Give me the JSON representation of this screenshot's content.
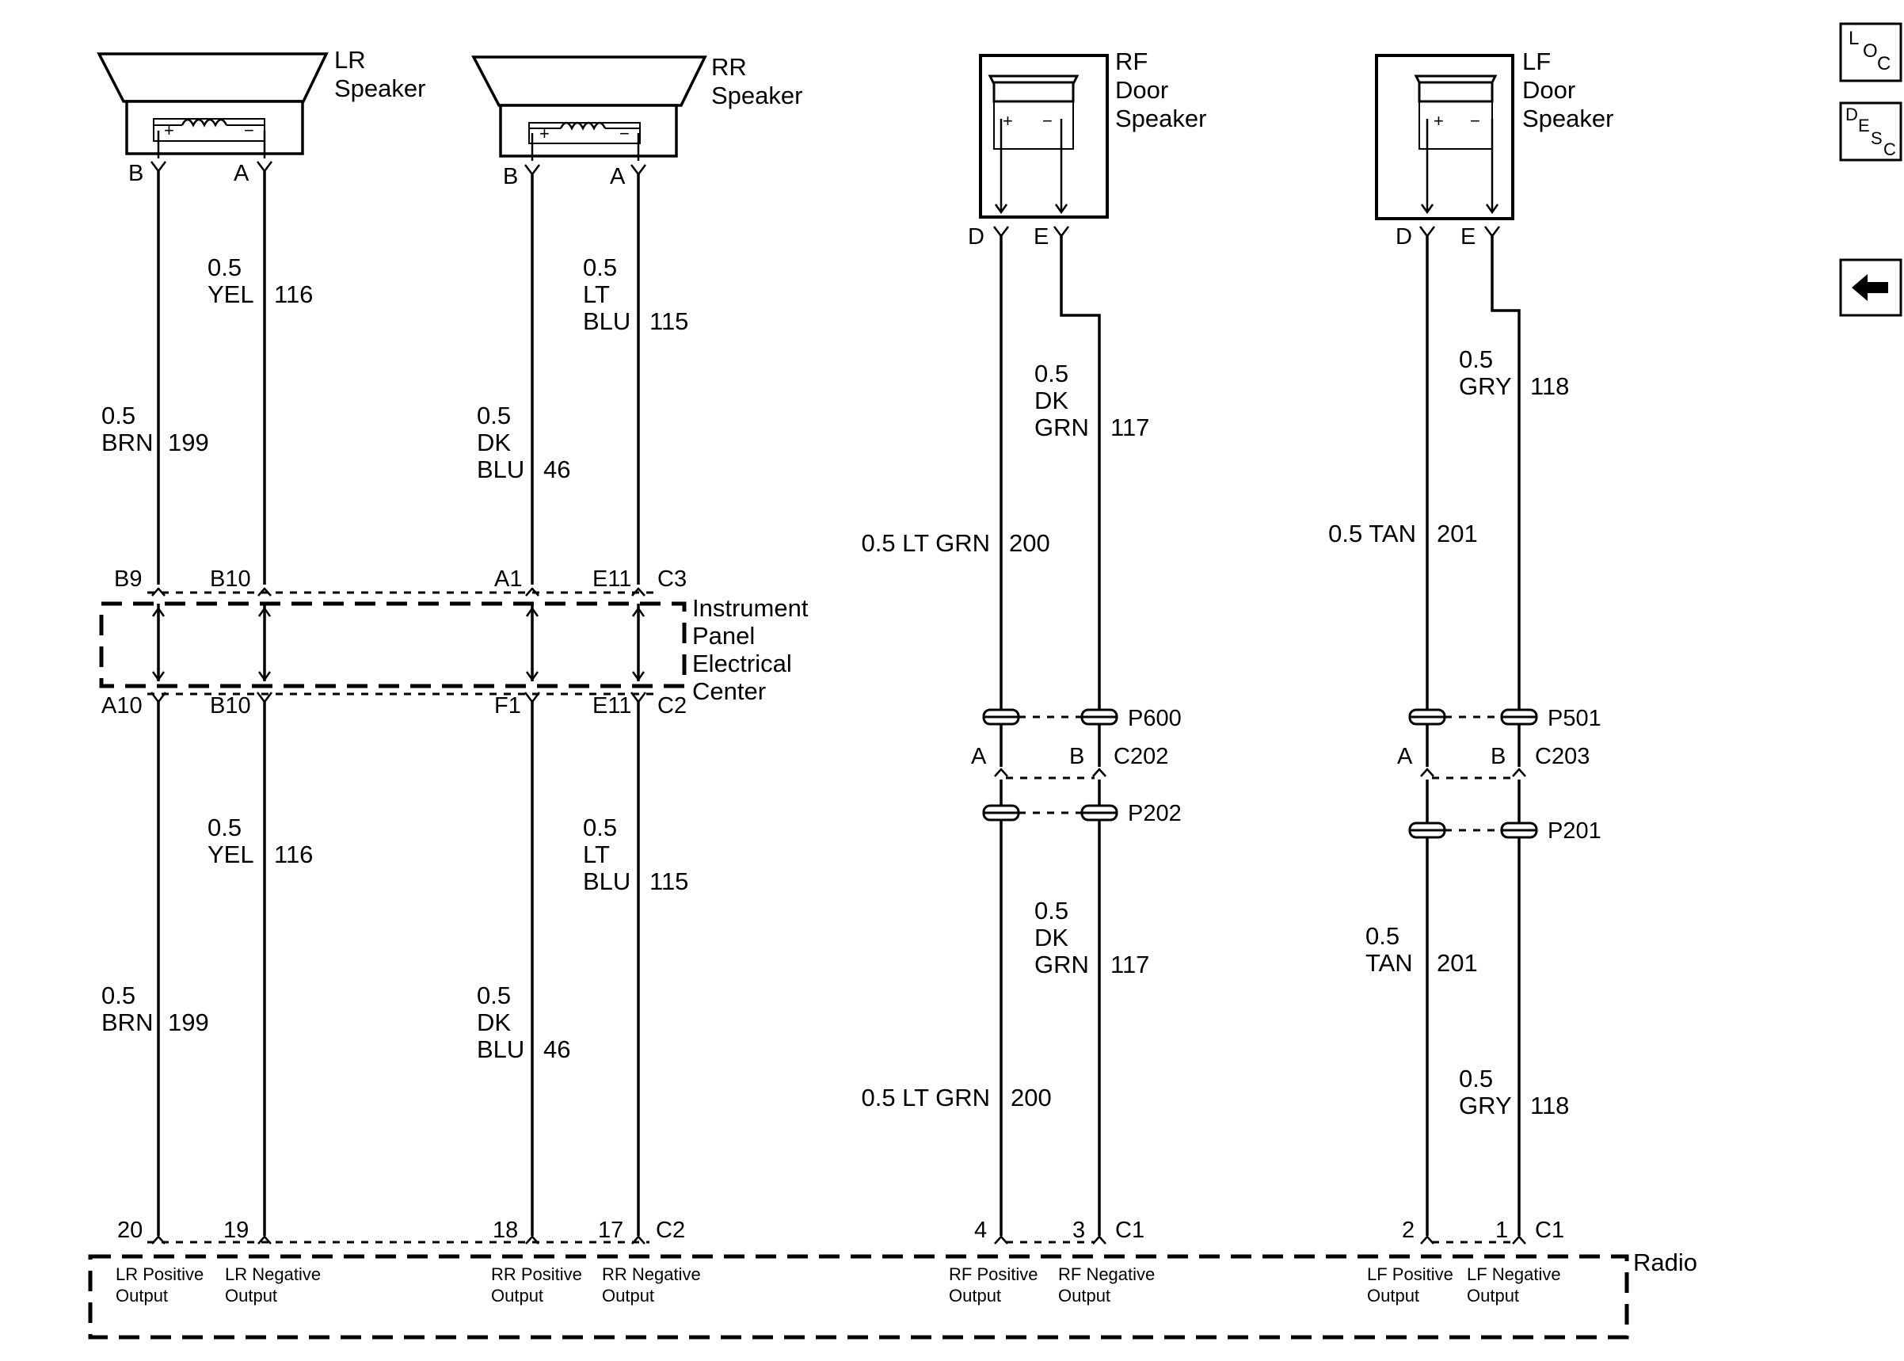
{
  "speakers": {
    "lr": {
      "line1": "LR",
      "line2": "Speaker",
      "pin_pos": "B",
      "pin_neg": "A"
    },
    "rr": {
      "line1": "RR",
      "line2": "Speaker",
      "pin_pos": "B",
      "pin_neg": "A"
    },
    "rf": {
      "line1": "RF",
      "line2": "Door",
      "line3": "Speaker",
      "pin_pos": "D",
      "pin_neg": "E"
    },
    "lf": {
      "line1": "LF",
      "line2": "Door",
      "line3": "Speaker",
      "pin_pos": "D",
      "pin_neg": "E"
    },
    "plus": "+",
    "minus": "−"
  },
  "wires": {
    "lr_pos_top": {
      "size": "0.5",
      "color": "BRN",
      "circuit": "199"
    },
    "lr_neg_top": {
      "size": "0.5",
      "color": "YEL",
      "circuit": "116"
    },
    "rr_pos_top": {
      "size": "0.5",
      "color1": "DK",
      "color2": "BLU",
      "circuit": "46"
    },
    "rr_neg_top": {
      "size": "0.5",
      "color1": "LT",
      "color2": "BLU",
      "circuit": "115"
    },
    "rf_neg_top": {
      "size": "0.5",
      "color1": "DK",
      "color2": "GRN",
      "circuit": "117"
    },
    "rf_pos_top": {
      "text": "0.5 LT GRN",
      "circuit": "200"
    },
    "lf_neg_top": {
      "size": "0.5",
      "color": "GRY",
      "circuit": "118"
    },
    "lf_pos_top": {
      "text": "0.5 TAN",
      "circuit": "201"
    },
    "lr_pos_bot": {
      "size": "0.5",
      "color": "BRN",
      "circuit": "199"
    },
    "lr_neg_bot": {
      "size": "0.5",
      "color": "YEL",
      "circuit": "116"
    },
    "rr_pos_bot": {
      "size": "0.5",
      "color1": "DK",
      "color2": "BLU",
      "circuit": "46"
    },
    "rr_neg_bot": {
      "size": "0.5",
      "color1": "LT",
      "color2": "BLU",
      "circuit": "115"
    },
    "rf_neg_bot": {
      "size": "0.5",
      "color1": "DK",
      "color2": "GRN",
      "circuit": "117"
    },
    "rf_pos_bot": {
      "text": "0.5 LT GRN",
      "circuit": "200"
    },
    "lf_pos_bot": {
      "size": "0.5",
      "color": "TAN",
      "circuit": "201"
    },
    "lf_neg_bot": {
      "size": "0.5",
      "color": "GRY",
      "circuit": "118"
    }
  },
  "ipec": {
    "line1": "Instrument",
    "line2": "Panel",
    "line3": "Electrical",
    "line4": "Center",
    "top_pins": [
      "B9",
      "B10",
      "A1",
      "E11"
    ],
    "top_connector": "C3",
    "bottom_pins": [
      "A10",
      "B10",
      "F1",
      "E11"
    ],
    "bottom_connector": "C2"
  },
  "inline": {
    "rf_p_upper": "P600",
    "rf_connector": "C202",
    "rf_p_lower": "P202",
    "rf_pin_a": "A",
    "rf_pin_b": "B",
    "lf_p_upper": "P501",
    "lf_connector": "C203",
    "lf_p_lower": "P201",
    "lf_pin_a": "A",
    "lf_pin_b": "B"
  },
  "radio": {
    "label": "Radio",
    "pins": [
      "20",
      "19",
      "18",
      "17",
      "4",
      "3",
      "2",
      "1"
    ],
    "connector_c2": "C2",
    "connector_c1_rf": "C1",
    "connector_c1_lf": "C1",
    "outputs": [
      {
        "line1": "LR Positive",
        "line2": "Output"
      },
      {
        "line1": "LR Negative",
        "line2": "Output"
      },
      {
        "line1": "RR Positive",
        "line2": "Output"
      },
      {
        "line1": "RR Negative",
        "line2": "Output"
      },
      {
        "line1": "RF Positive",
        "line2": "Output"
      },
      {
        "line1": "RF Negative",
        "line2": "Output"
      },
      {
        "line1": "LF Positive",
        "line2": "Output"
      },
      {
        "line1": "LF Negative",
        "line2": "Output"
      }
    ]
  },
  "nav": {
    "loc": {
      "a": "L",
      "b": "O",
      "c": "C"
    },
    "desc": {
      "a": "D",
      "b": "E",
      "c": "S",
      "d": "C"
    },
    "back_icon": "left-arrow-icon"
  }
}
